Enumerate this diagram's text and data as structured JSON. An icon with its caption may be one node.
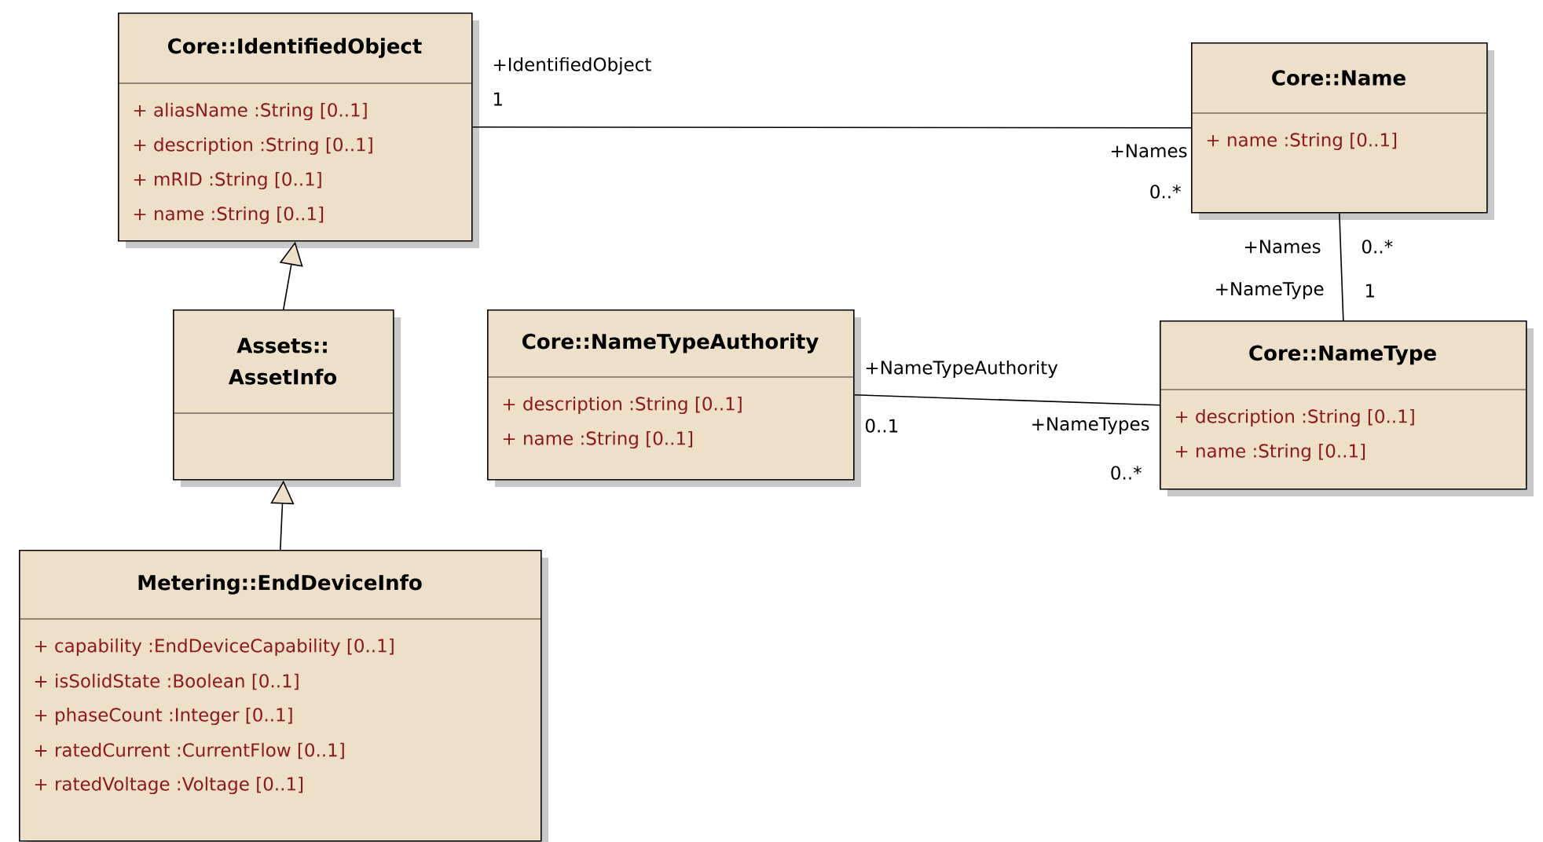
{
  "diagram": {
    "nodes": [
      {
        "text": [
          "Core::IdentifiedObject",
          "+ aliasName :String [0..1]",
          "+ description :String [0..1]",
          "+ mRID :String [0..1]",
          "+ name :String [0..1]"
        ]
      },
      {
        "text": [
          "Core::Name",
          "+ name :String [0..1]"
        ]
      },
      {
        "text": [
          "Assets:: AssetInfo"
        ]
      },
      {
        "text": [
          "Core::NameTypeAuthority",
          "+ description :String [0..1]",
          "+ name :String [0..1]"
        ]
      },
      {
        "text": [
          "Core::NameType",
          "+ description :String [0..1]",
          "+ name :String [0..1]"
        ]
      },
      {
        "text": [
          "Metering::EndDeviceInfo",
          "+ capability :EndDeviceCapability [0..1]",
          "+ isSolidState :Boolean [0..1]",
          "+ phaseCount :Integer [0..1]",
          "+ ratedCurrent :CurrentFlow [0..1]",
          "+ ratedVoltage :Voltage [0..1]"
        ]
      }
    ],
    "edges": [
      {
        "from": 2,
        "to": 0,
        "arrow": "to"
      },
      {
        "from": 5,
        "to": 2,
        "arrow": "to"
      },
      {
        "from": 0,
        "to": 1,
        "arrow": "none"
      },
      {
        "from": 1,
        "to": 4,
        "arrow": "none"
      },
      {
        "from": 3,
        "to": 4,
        "arrow": "none"
      }
    ],
    "labels": [
      "+IdentifiedObject",
      "1",
      "+Names",
      "0..*",
      "+Names",
      "0..*",
      "+NameType",
      "1",
      "+NameTypeAuthority",
      "0..1",
      "+NameTypes",
      "0..*"
    ]
  }
}
